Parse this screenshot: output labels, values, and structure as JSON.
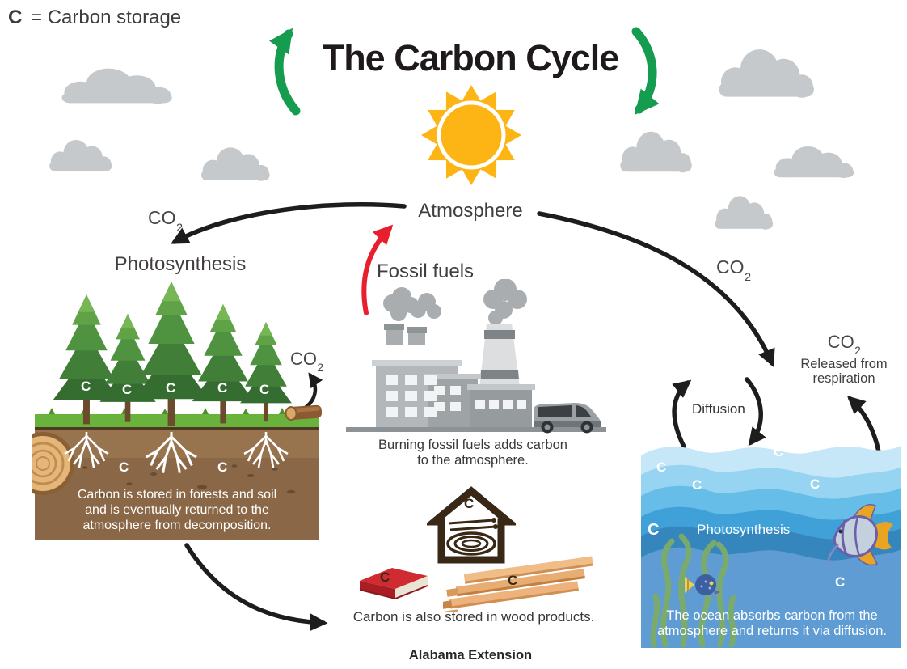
{
  "legend": {
    "symbol": "C",
    "definition": "= Carbon storage"
  },
  "title": "The Carbon Cycle",
  "c_label": "C",
  "co2": {
    "base": "CO",
    "sub": "2"
  },
  "atmosphere_label": "Atmosphere",
  "forest": {
    "photosynthesis_label": "Photosynthesis",
    "caption": [
      "Carbon is stored in forests and soil",
      "and is eventually returned to the",
      "atmosphere from decomposition."
    ]
  },
  "factory": {
    "fossil_fuels_label": "Fossil fuels",
    "caption": [
      "Burning fossil fuels adds carbon",
      "to the atmosphere."
    ]
  },
  "wood": {
    "caption": "Carbon is also stored in wood products."
  },
  "ocean": {
    "diffusion_label": "Diffusion",
    "photosynthesis_label": "Photosynthesis",
    "respiration_line1": "Released from",
    "respiration_line2": "respiration",
    "caption": [
      "The ocean absorbs carbon from the",
      "atmosphere and returns it via diffusion."
    ]
  },
  "footer": "Alabama Extension",
  "colors": {
    "arrow_green": "#169c4e",
    "arrow_red": "#e8202e",
    "arrow_black": "#1d1d1d",
    "sun": "#fdb515",
    "cloud": "#c6c9cb",
    "soil": "#8a6847",
    "grass": "#69b33c",
    "ocean_body": "#5e9cd3",
    "title_text": "#1e1a1b"
  }
}
